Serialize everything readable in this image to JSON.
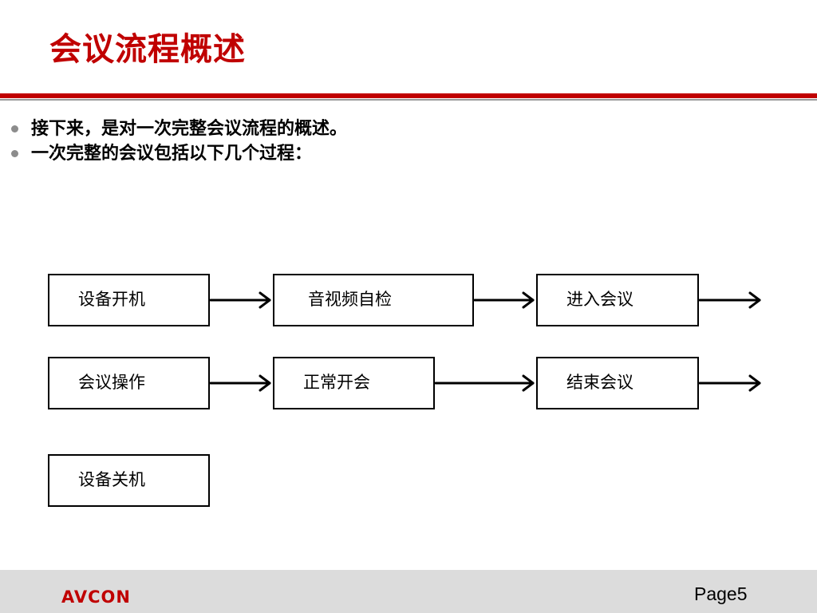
{
  "slide": {
    "title": "会议流程概述",
    "bullets": [
      "接下来，是对一次完整会议流程的概述。",
      "一次完整的会议包括以下几个过程："
    ]
  },
  "flow": {
    "steps": [
      "设备开机",
      "音视频自检",
      "进入会议",
      "会议操作",
      "正常开会",
      "结束会议",
      "设备关机"
    ]
  },
  "footer": {
    "logo": "AVCON",
    "page": "Page5"
  },
  "colors": {
    "accent": "#c00000",
    "footer_bg": "#dcdcdc"
  }
}
